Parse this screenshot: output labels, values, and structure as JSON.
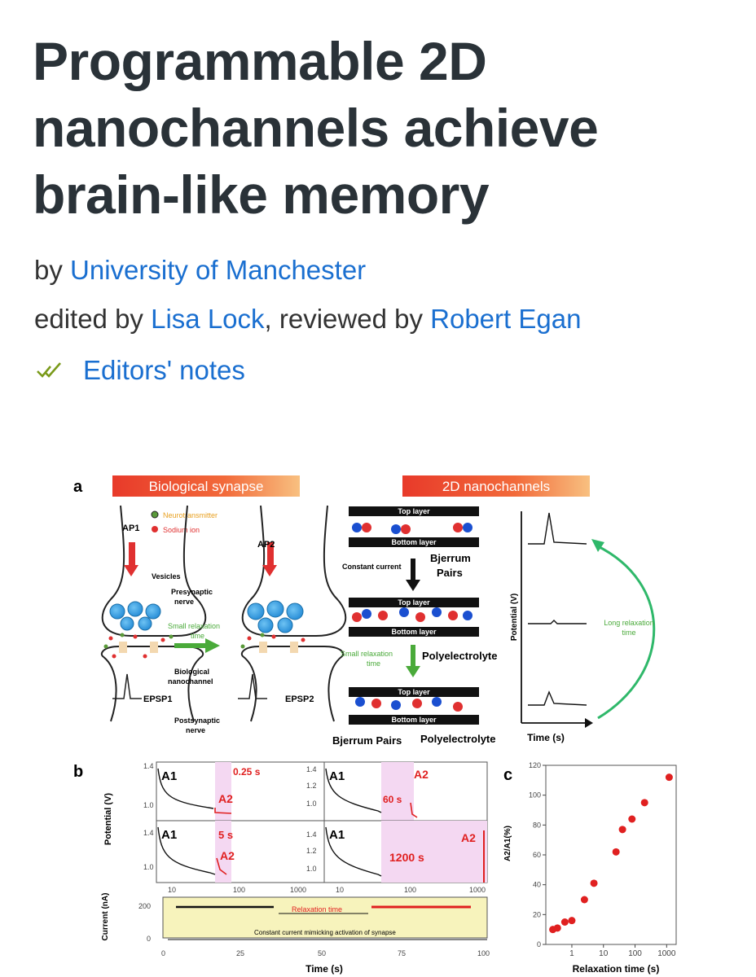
{
  "article": {
    "title": "Programmable 2D nanochannels achieve brain-like memory",
    "by_prefix": "by",
    "author": "University of Manchester",
    "edited_prefix": "edited by",
    "editor": "Lisa Lock",
    "reviewed_prefix": ", reviewed by",
    "reviewer": "Robert Egan",
    "notes_label": "Editors' notes",
    "notes_icon": "double-check-icon",
    "link_color": "#1a6fd0"
  },
  "figure": {
    "panel_a": "a",
    "panel_b": "b",
    "panel_c": "c",
    "bio_header": "Biological synapse",
    "nano_header": "2D nanochannels",
    "legend_neuro": "Neurotransmitter",
    "legend_sodium": "Sodium ion",
    "ap1": "AP1",
    "ap2": "AP2",
    "vesicles": "Vesicles",
    "presynaptic_1": "Presynaptic",
    "presynaptic_2": "nerve",
    "small_relax_1": "Small relaxation",
    "small_relax_2": "time",
    "bio_nano_1": "Biological",
    "bio_nano_2": "nanochannel",
    "epsp1": "EPSP1",
    "epsp2": "EPSP2",
    "postsyn_1": "Postsynaptic",
    "postsyn_2": "nerve",
    "top_layer": "Top layer",
    "bottom_layer": "Bottom layer",
    "constant_current": "Constant current",
    "bjerrum_1": "Bjerrum",
    "bjerrum_2": "Pairs",
    "polyelectrolyte": "Polyelectrolyte",
    "bjerrum_pairs": "Bjerrum Pairs",
    "potential_v": "Potential (V)",
    "long_relax_1": "Long relaxation",
    "long_relax_2": "time",
    "time_s": "Time (s)",
    "b_a1": "A1",
    "b_a2": "A2",
    "t_025": "0.25 s",
    "t_60": "60 s",
    "t_5": "5 s",
    "t_1200": "1200 s",
    "relaxation_time": "Relaxation time",
    "constant_current_mimic": "Constant current mimicking activation of synapse",
    "current_na": "Current (nA)",
    "relax_time_s": "Relaxation time (s)",
    "ratio_label": "A2/A1(%)"
  },
  "chart_data": {
    "type": "scatter",
    "xlabel": "Relaxation time (s)",
    "ylabel": "A2/A1(%)",
    "x_scale": "log",
    "ylim": [
      0,
      120
    ],
    "x_ticks": [
      "1",
      "10",
      "100",
      "1000"
    ],
    "y_ticks": [
      0,
      20,
      40,
      60,
      80,
      100,
      120
    ],
    "x": [
      0.25,
      0.35,
      0.6,
      1,
      2.5,
      5,
      25,
      40,
      80,
      200,
      1200
    ],
    "y": [
      10,
      11,
      15,
      16,
      30,
      41,
      62,
      77,
      84,
      95,
      112
    ],
    "color": "#e02020"
  }
}
